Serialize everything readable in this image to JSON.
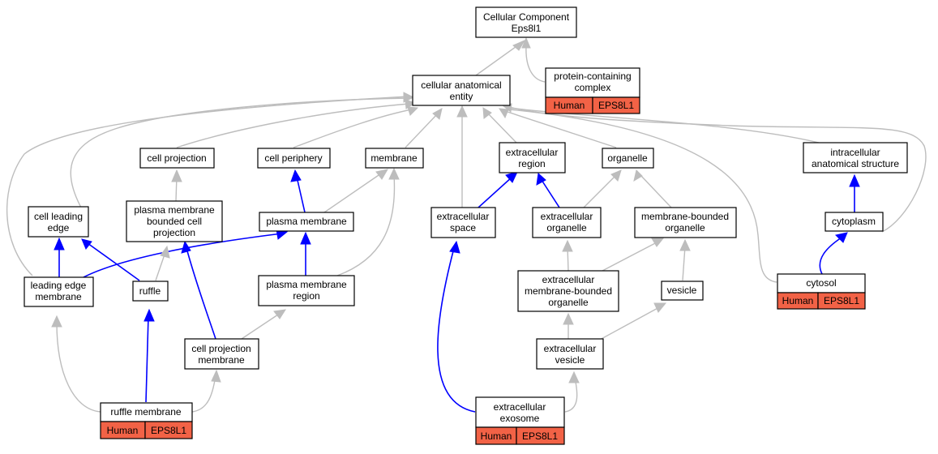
{
  "colors": {
    "edge_is_a": "#bdbdbd",
    "edge_part_of": "#0000ff",
    "annotation": "#f26246"
  },
  "nodes": {
    "root": {
      "line1": "Cellular Component",
      "line2": "Eps8l1"
    },
    "protein_complex": {
      "line1": "protein-containing",
      "line2": "complex",
      "species": "Human",
      "gene": "EPS8L1"
    },
    "cae": {
      "line1": "cellular anatomical",
      "line2": "entity"
    },
    "cell_projection": {
      "line1": "cell projection"
    },
    "cell_periphery": {
      "line1": "cell periphery"
    },
    "membrane": {
      "line1": "membrane"
    },
    "extracellular_region": {
      "line1": "extracellular",
      "line2": "region"
    },
    "organelle": {
      "line1": "organelle"
    },
    "intracellular": {
      "line1": "intracellular",
      "line2": "anatomical structure"
    },
    "cell_leading_edge": {
      "line1": "cell leading",
      "line2": "edge"
    },
    "pm_bounded_projection": {
      "line1": "plasma membrane",
      "line2": "bounded cell",
      "line3": "projection"
    },
    "plasma_membrane": {
      "line1": "plasma membrane"
    },
    "extracellular_space": {
      "line1": "extracellular",
      "line2": "space"
    },
    "extracellular_organelle": {
      "line1": "extracellular",
      "line2": "organelle"
    },
    "membrane_bounded_organelle": {
      "line1": "membrane-bounded",
      "line2": "organelle"
    },
    "cytoplasm": {
      "line1": "cytoplasm"
    },
    "leading_edge_membrane": {
      "line1": "leading edge",
      "line2": "membrane"
    },
    "ruffle": {
      "line1": "ruffle"
    },
    "pm_region": {
      "line1": "plasma membrane",
      "line2": "region"
    },
    "ext_mb_organelle": {
      "line1": "extracellular",
      "line2": "membrane-bounded",
      "line3": "organelle"
    },
    "vesicle": {
      "line1": "vesicle"
    },
    "cytosol": {
      "line1": "cytosol",
      "species": "Human",
      "gene": "EPS8L1"
    },
    "cell_projection_membrane": {
      "line1": "cell projection",
      "line2": "membrane"
    },
    "extracellular_vesicle": {
      "line1": "extracellular",
      "line2": "vesicle"
    },
    "ruffle_membrane": {
      "line1": "ruffle membrane",
      "species": "Human",
      "gene": "EPS8L1"
    },
    "extracellular_exosome": {
      "line1": "extracellular",
      "line2": "exosome",
      "species": "Human",
      "gene": "EPS8L1"
    }
  }
}
